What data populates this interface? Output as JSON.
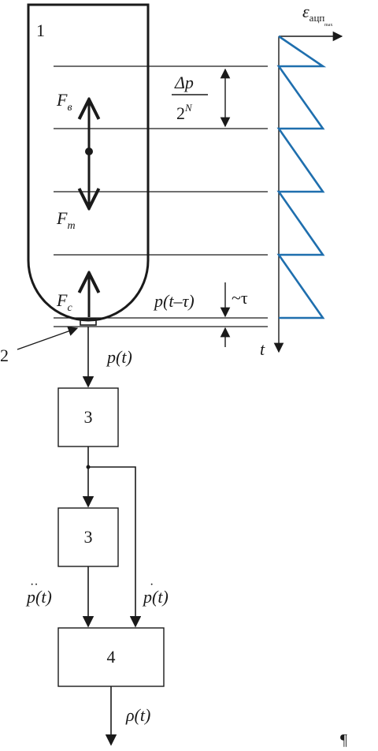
{
  "labels": {
    "vessel_number": "1",
    "sensor_number": "2",
    "block1": "3",
    "block2": "3",
    "block3": "4",
    "force_top_main": "F",
    "force_top_sub": "в",
    "force_mid_main": "F",
    "force_mid_sub": "m",
    "force_low_main": "F",
    "force_low_sub": "c",
    "delta_num": "Δp",
    "delta_den": "2",
    "delta_den_sup": "N",
    "delay_label": "p(t–τ)",
    "tau_label": "~τ",
    "signal_axis_main": "ε",
    "signal_axis_sub": "ацп",
    "signal_axis_subsub": "max",
    "time_axis": "t",
    "p_t": "p(t)",
    "p_ddot": "p(t)",
    "p_dot": "p(t)",
    "rho_t": "ρ(t)",
    "pilcrow": "¶"
  },
  "colors": {
    "sawtooth": "#1f6fae",
    "ink": "#1a1a1a"
  }
}
